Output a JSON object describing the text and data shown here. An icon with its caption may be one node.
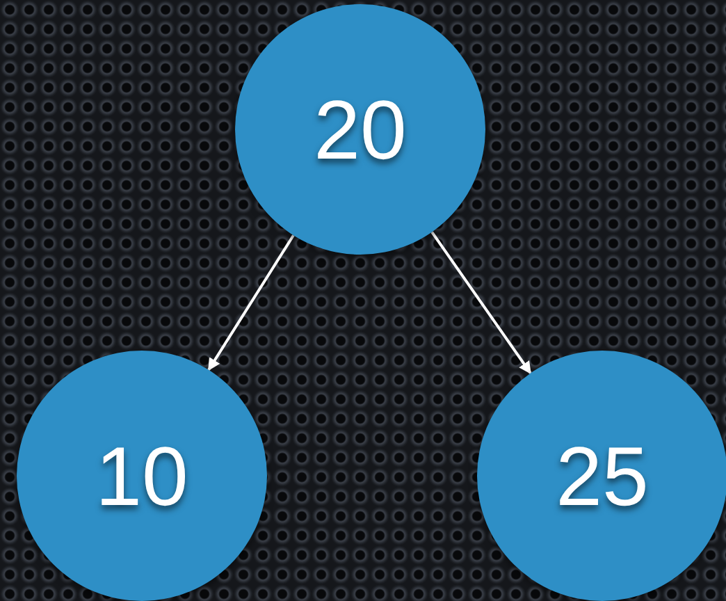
{
  "diagram": {
    "nodes": [
      {
        "text": [
          "20"
        ]
      },
      {
        "text": [
          "10"
        ]
      },
      {
        "text": [
          "25"
        ]
      }
    ],
    "edges": [
      {
        "from": 0,
        "to": 1,
        "arrow": "to"
      },
      {
        "from": 0,
        "to": 2,
        "arrow": "to"
      }
    ]
  }
}
